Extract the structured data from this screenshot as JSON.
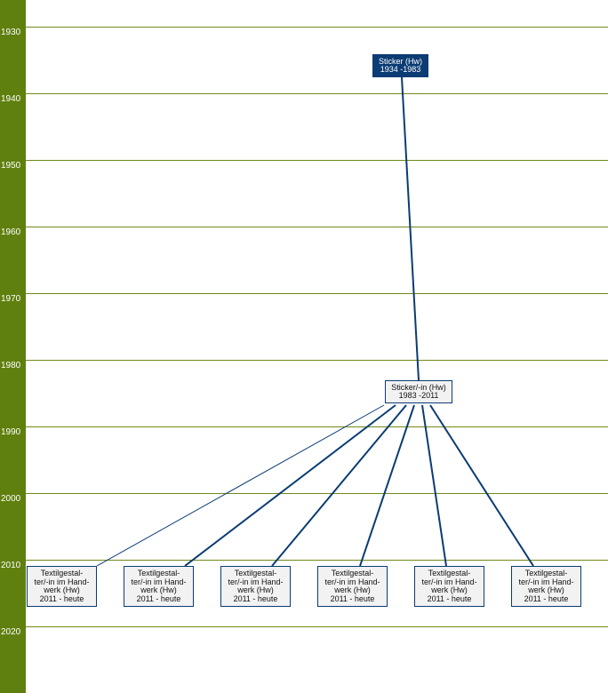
{
  "timeline": {
    "years": [
      "1930",
      "1940",
      "1950",
      "1960",
      "1970",
      "1980",
      "1990",
      "2000",
      "2010",
      "2020"
    ]
  },
  "nodes": [
    {
      "id": "n1",
      "lines": [
        "Sticker (Hw)",
        "1934 -1983"
      ],
      "style": "dark"
    },
    {
      "id": "n2",
      "lines": [
        "Sticker/-in (Hw)",
        "1983 -2011"
      ],
      "style": "light"
    },
    {
      "id": "c1",
      "lines": [
        "Textilgestal-",
        "ter/-in im Hand-",
        "werk (Hw)",
        "2011 - heute"
      ],
      "style": "light"
    },
    {
      "id": "c2",
      "lines": [
        "Textilgestal-",
        "ter/-in im Hand-",
        "werk (Hw)",
        "2011 - heute"
      ],
      "style": "light"
    },
    {
      "id": "c3",
      "lines": [
        "Textilgestal-",
        "ter/-in im Hand-",
        "werk (Hw)",
        "2011 - heute"
      ],
      "style": "light"
    },
    {
      "id": "c4",
      "lines": [
        "Textilgestal-",
        "ter/-in im Hand-",
        "werk (Hw)",
        "2011 - heute"
      ],
      "style": "light"
    },
    {
      "id": "c5",
      "lines": [
        "Textilgestal-",
        "ter/-in im Hand-",
        "werk (Hw)",
        "2011 - heute"
      ],
      "style": "light"
    },
    {
      "id": "c6",
      "lines": [
        "Textilgestal-",
        "ter/-in im Hand-",
        "werk (Hw)",
        "2011 - heute"
      ],
      "style": "light"
    }
  ],
  "edges": [
    {
      "from": "n1",
      "to": "n2"
    },
    {
      "from": "n2",
      "to": "c1"
    },
    {
      "from": "n2",
      "to": "c2"
    },
    {
      "from": "n2",
      "to": "c3"
    },
    {
      "from": "n2",
      "to": "c4"
    },
    {
      "from": "n2",
      "to": "c5"
    },
    {
      "from": "n2",
      "to": "c6"
    }
  ],
  "colors": {
    "sidebar": "#5f7f0f",
    "grid": "#6f8a1a",
    "node_border": "#0b3c74",
    "node_dark_bg": "#0b3c74",
    "node_light_bg": "#f2f2f2",
    "edge": "#0b3c74"
  }
}
